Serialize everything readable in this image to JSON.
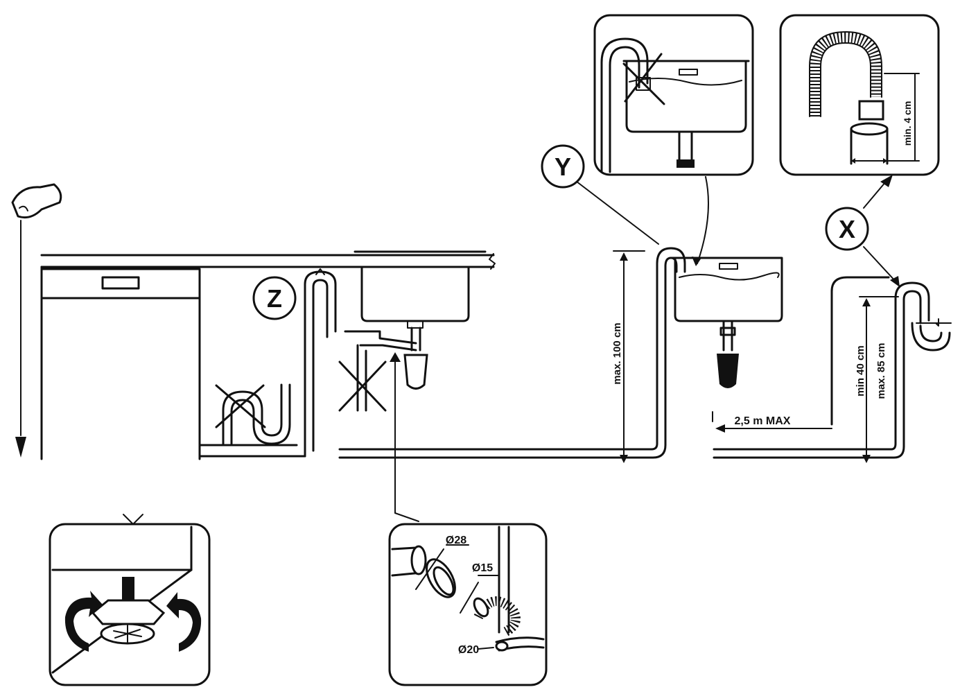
{
  "callouts": {
    "z": "Z",
    "y": "Y",
    "x": "X"
  },
  "dimensions": {
    "max_height_sink": "max. 100 cm",
    "max_length": "2,5 m MAX",
    "min_height": "min 40 cm",
    "max_height_standpipe": "max. 85 cm",
    "min_insert": "min. 4 cm"
  },
  "diameters": {
    "d28": "Ø28",
    "d15": "Ø15",
    "d20": "Ø20"
  },
  "colors": {
    "line": "#111111",
    "background": "#ffffff"
  },
  "icons": [
    "plumb-line-hand-icon",
    "crossed-out-icon",
    "arrow-icon",
    "rotate-arrow-icon"
  ]
}
